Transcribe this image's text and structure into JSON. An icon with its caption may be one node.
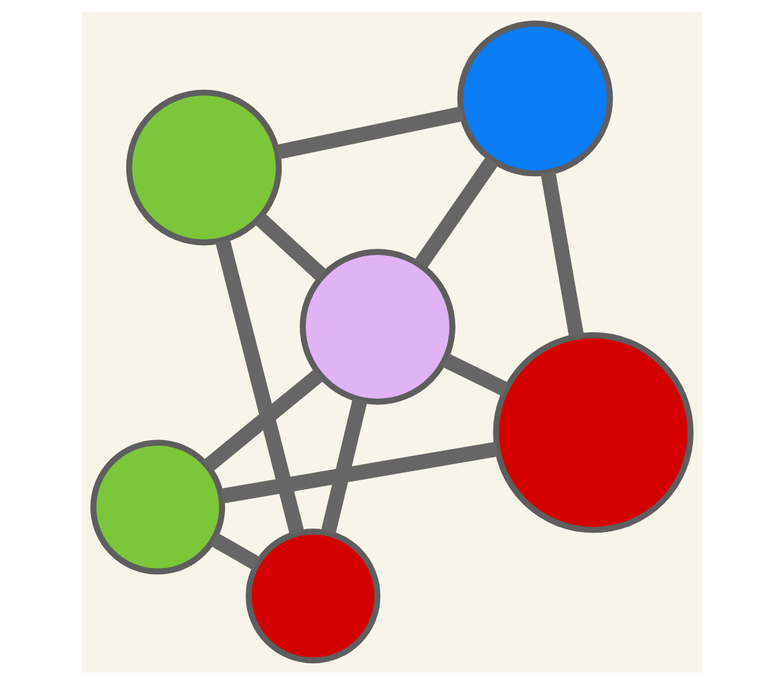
{
  "diagram": {
    "nodes": [
      {
        "text": [],
        "shape": "circle"
      },
      {
        "text": [],
        "shape": "circle"
      },
      {
        "text": [],
        "shape": "circle"
      },
      {
        "text": [],
        "shape": "circle"
      },
      {
        "text": [],
        "shape": "circle"
      },
      {
        "text": [],
        "shape": "circle"
      }
    ],
    "edges": [
      {
        "from": 0,
        "to": 2,
        "arrow": "none"
      },
      {
        "from": 0,
        "to": 1,
        "arrow": "none"
      },
      {
        "from": 0,
        "to": 3,
        "arrow": "none"
      },
      {
        "from": 2,
        "to": 3,
        "arrow": "none"
      },
      {
        "from": 3,
        "to": 1,
        "arrow": "none"
      },
      {
        "from": 1,
        "to": 4,
        "arrow": "none"
      },
      {
        "from": 3,
        "to": 4,
        "arrow": "none"
      },
      {
        "from": 3,
        "to": 5,
        "arrow": "none"
      },
      {
        "from": 2,
        "to": 5,
        "arrow": "none"
      },
      {
        "from": 5,
        "to": 4,
        "arrow": "none"
      }
    ]
  }
}
